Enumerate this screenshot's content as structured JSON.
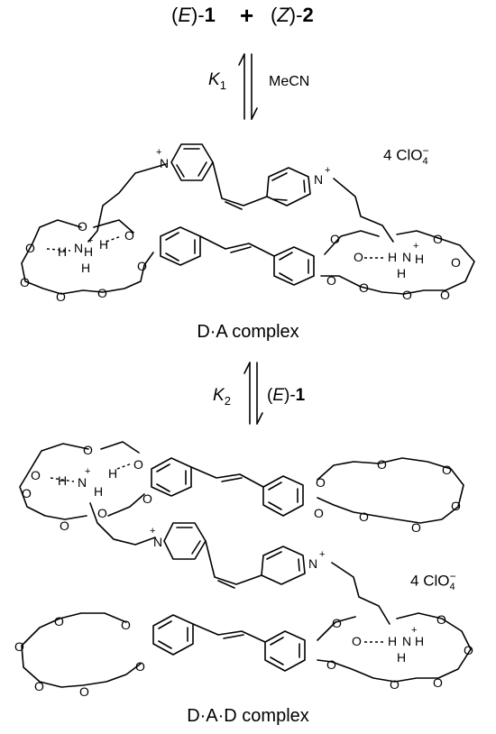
{
  "header": {
    "left_prefix": "(",
    "left_italic": "E",
    "left_suffix": ")-",
    "left_number": "1",
    "plus": "+",
    "right_prefix": "(",
    "right_italic": "Z",
    "right_suffix": ")-",
    "right_number": "2"
  },
  "step1": {
    "k_symbol": "K",
    "k_subscript": "1",
    "solvent": "MeCN"
  },
  "complex1": {
    "counterion_count": "4",
    "counterion_formula": "ClO",
    "counterion_subscript": "4",
    "counterion_charge": "−",
    "caption": "D·A complex"
  },
  "step2": {
    "k_symbol": "K",
    "k_subscript": "2",
    "reagent_prefix": "(",
    "reagent_italic": "E",
    "reagent_suffix": ")-",
    "reagent_number": "1"
  },
  "complex2": {
    "counterion_count": "4",
    "counterion_formula": "ClO",
    "counterion_subscript": "4",
    "counterion_charge": "−",
    "caption": "D·A·D complex"
  },
  "atoms": {
    "oxygen": "O",
    "nitrogen": "N",
    "hydrogen": "H",
    "plus": "+"
  }
}
